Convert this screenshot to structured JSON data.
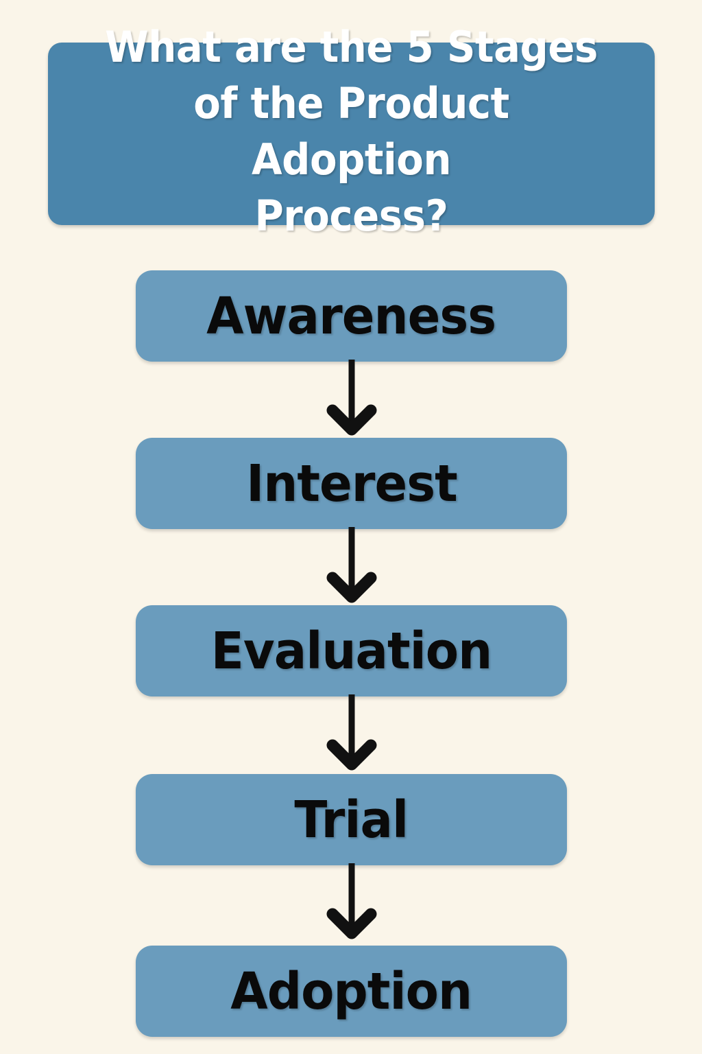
{
  "background_color": "#faf5e9",
  "header": {
    "title": "What are the 5 Stages\nof the Product Adoption\nProcess?",
    "title_line_1": "What are the 5 Stages",
    "title_line_2": "of the Product Adoption",
    "title_line_3": "Process?",
    "background_color": "#4a85ab",
    "text_color": "#ffffff"
  },
  "diagram": {
    "type": "flowchart",
    "orientation": "vertical",
    "stage_count": 5,
    "box_color": "#6a9cbd",
    "box_text_color": "#0a0a0a",
    "arrow_color": "#111111",
    "stages": [
      {
        "index": 1,
        "label": "Awareness"
      },
      {
        "index": 2,
        "label": "Interest"
      },
      {
        "index": 3,
        "label": "Evaluation"
      },
      {
        "index": 4,
        "label": "Trial"
      },
      {
        "index": 5,
        "label": "Adoption"
      }
    ],
    "connectors": [
      {
        "from": "Awareness",
        "to": "Interest",
        "icon": "arrow-down-icon"
      },
      {
        "from": "Interest",
        "to": "Evaluation",
        "icon": "arrow-down-icon"
      },
      {
        "from": "Evaluation",
        "to": "Trial",
        "icon": "arrow-down-icon"
      },
      {
        "from": "Trial",
        "to": "Adoption",
        "icon": "arrow-down-icon"
      }
    ]
  }
}
